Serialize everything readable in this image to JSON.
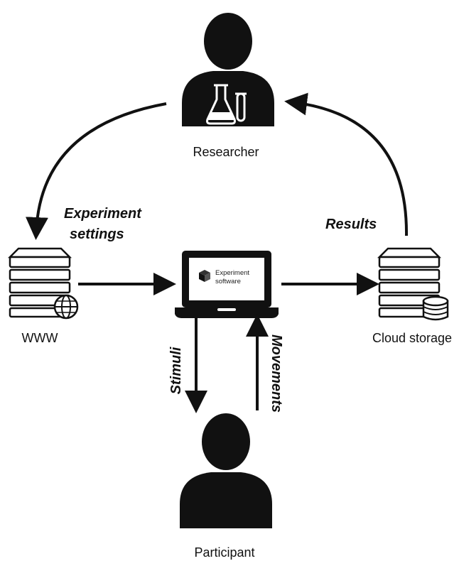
{
  "nodes": {
    "researcher": {
      "label": "Researcher",
      "icon": "researcher-with-flask-icon"
    },
    "www": {
      "label": "WWW",
      "icon": "server-with-globe-icon"
    },
    "laptop": {
      "screen_line1": "Experiment",
      "screen_line2": "software",
      "icon": "laptop-with-package-icon"
    },
    "cloud": {
      "label": "Cloud storage",
      "icon": "server-with-database-icon"
    },
    "participant": {
      "label": "Participant",
      "icon": "person-icon"
    }
  },
  "edges": {
    "settings_line1": "Experiment",
    "settings_line2": "settings",
    "results": "Results",
    "stimuli": "Stimuli",
    "movements": "Movements"
  },
  "colors": {
    "ink": "#111111",
    "background": "#ffffff"
  }
}
